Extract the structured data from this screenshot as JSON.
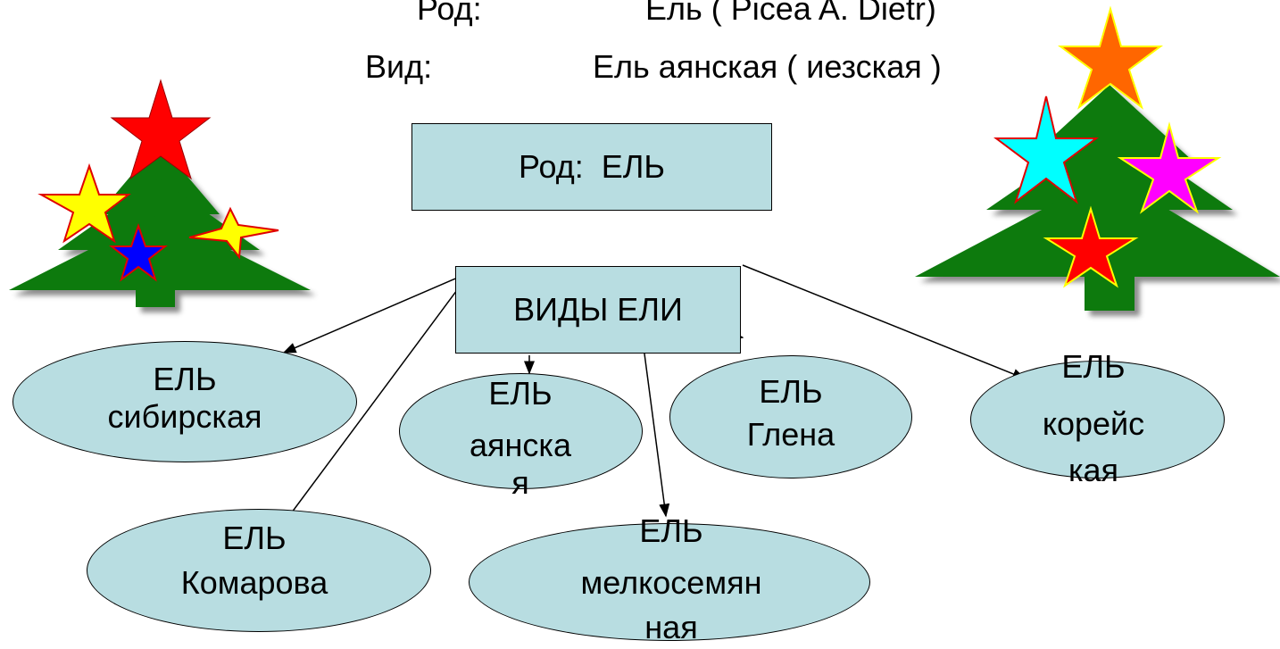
{
  "header": {
    "genus_label": "Род:",
    "genus_value": "Ель ( Picea A.  Dietr)",
    "species_label": "Вид:",
    "species_value": "Ель аянская ( иезская )"
  },
  "diagram": {
    "root": "Род:  ЕЛЬ",
    "hub": "ВИДЫ ЕЛИ",
    "species": [
      {
        "line1": "ЕЛЬ",
        "line2": "сибирская"
      },
      {
        "line1": "ЕЛЬ",
        "line2": "аянска",
        "line3": "я"
      },
      {
        "line1": "ЕЛЬ",
        "line2": "Глена"
      },
      {
        "line1": "ЕЛЬ",
        "line2": "корейс",
        "line3": "кая"
      },
      {
        "line1": "ЕЛЬ",
        "line2": "Комарова"
      },
      {
        "line1": "ЕЛЬ",
        "line2": "мелкосемян",
        "line3": "ная"
      }
    ]
  },
  "decor": {
    "tree_color": "#0f7a0f",
    "star_colors": [
      "#ff0000",
      "#ffff00",
      "#0000ff",
      "#ff6600",
      "#00ffff",
      "#ff00ff"
    ],
    "icons": [
      "christmas-tree-left",
      "christmas-tree-right"
    ]
  }
}
